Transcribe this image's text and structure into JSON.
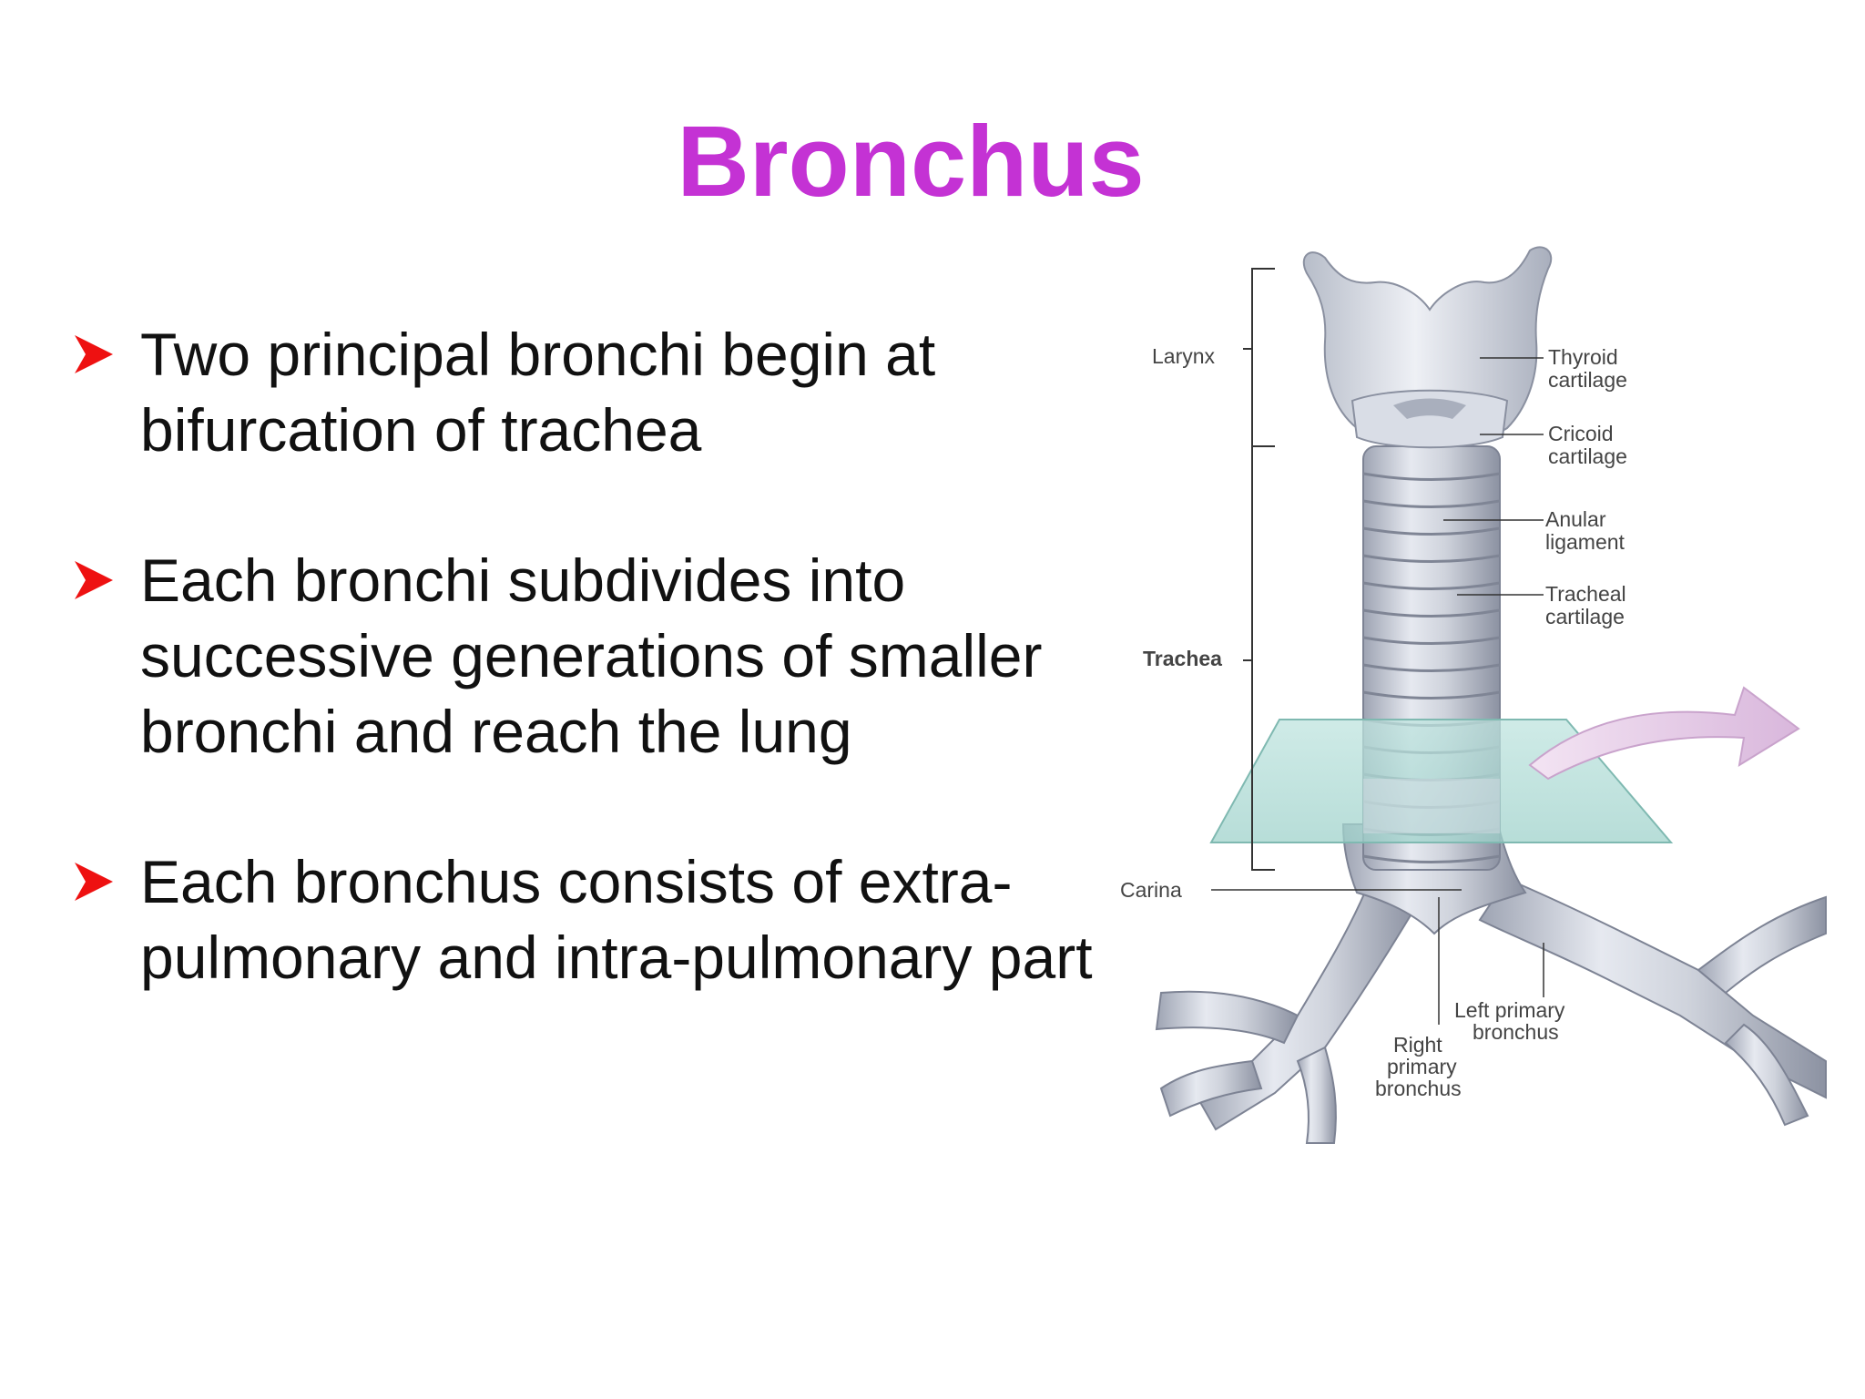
{
  "slide": {
    "title": "Bronchus",
    "title_color": "#c432d4",
    "bullet_marker_icon": "arrowhead-bullet-icon",
    "bullet_marker_color": "#ee1111",
    "bullets": [
      {
        "text": "Two principal bronchi begin at\nbifurcation of trachea"
      },
      {
        "text": "Each bronchi subdivides into\nsuccessive generations of smaller\nbronchi and reach the lung"
      },
      {
        "text": "Each bronchus consists of extra-\npulmonary and intra-pulmonary part"
      }
    ]
  },
  "figure": {
    "labels": {
      "larynx": "Larynx",
      "trachea": "Trachea",
      "carina": "Carina",
      "thyroid_1": "Thyroid",
      "thyroid_2": "cartilage",
      "cricoid_1": "Cricoid",
      "cricoid_2": "cartilage",
      "anular_1": "Anular",
      "anular_2": "ligament",
      "tracheal_1": "Tracheal",
      "tracheal_2": "cartilage",
      "left_1": "Left primary",
      "left_2": "bronchus",
      "right_1": "Right",
      "right_2": "primary",
      "right_3": "bronchus"
    }
  }
}
